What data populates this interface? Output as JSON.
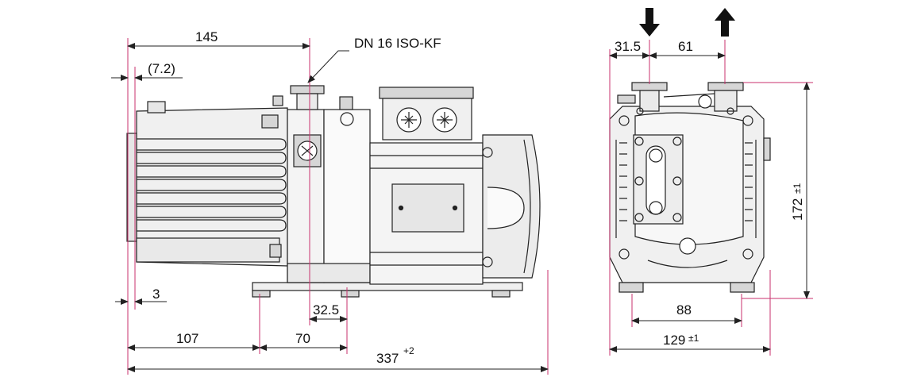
{
  "connection_label": "DN 16 ISO-KF",
  "side_view": {
    "dim_overall_width": "145",
    "dim_offset": "(7.2)",
    "dim_small": "3",
    "dim_base_left": "107",
    "dim_foot_spacing": "70",
    "dim_flange_offset": "32.5",
    "dim_total_length": "337",
    "dim_total_length_tol": "+2"
  },
  "front_view": {
    "dim_inlet_offset": "31.5",
    "dim_port_spacing": "61",
    "dim_height": "172",
    "dim_height_tol": "±1",
    "dim_foot_spacing": "88",
    "dim_width": "129",
    "dim_width_tol": "±1"
  },
  "icons": {
    "inlet": "arrow-down-icon",
    "outlet": "arrow-up-icon"
  },
  "colors": {
    "dimension_line": "#c8326e",
    "outline": "#222222",
    "fill_light": "#f0f0f0",
    "fill_mid": "#d6d6d6"
  }
}
